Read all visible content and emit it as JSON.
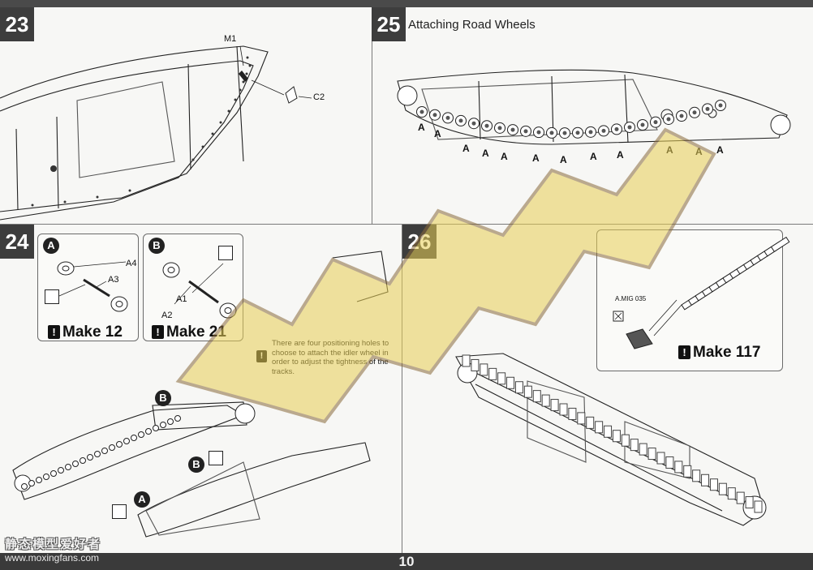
{
  "page": {
    "number": "10"
  },
  "steps": [
    {
      "id": "s23",
      "number": "23",
      "title": "",
      "parts": [
        "M1",
        "C2"
      ]
    },
    {
      "id": "s25",
      "number": "25",
      "title": "Attaching Road Wheels",
      "parts": [
        "A"
      ]
    },
    {
      "id": "s24",
      "number": "24",
      "title": "",
      "sub_a": {
        "badge": "A",
        "parts": [
          "A4",
          "A3"
        ],
        "make": "Make 12"
      },
      "sub_b": {
        "badge": "B",
        "parts": [
          "A1",
          "A2"
        ],
        "make": "Make 21"
      },
      "note": "There are four positioning holes to choose to attach the idler wheel in order to adjust the tightness of the tracks.",
      "callouts": [
        "B",
        "B",
        "A"
      ]
    },
    {
      "id": "s26",
      "number": "26",
      "title": "",
      "paint_code": "A.MIG 035",
      "make": "Make 117"
    }
  ],
  "watermark": {
    "brand_cn": "静态模型爱好者",
    "url": "www.moxingfans.com"
  },
  "colors": {
    "step_box": "#3d3d3d",
    "footer": "#3a3a3a",
    "watermark_yellow": "#e8cf55",
    "watermark_brown": "#8a6a3a"
  }
}
